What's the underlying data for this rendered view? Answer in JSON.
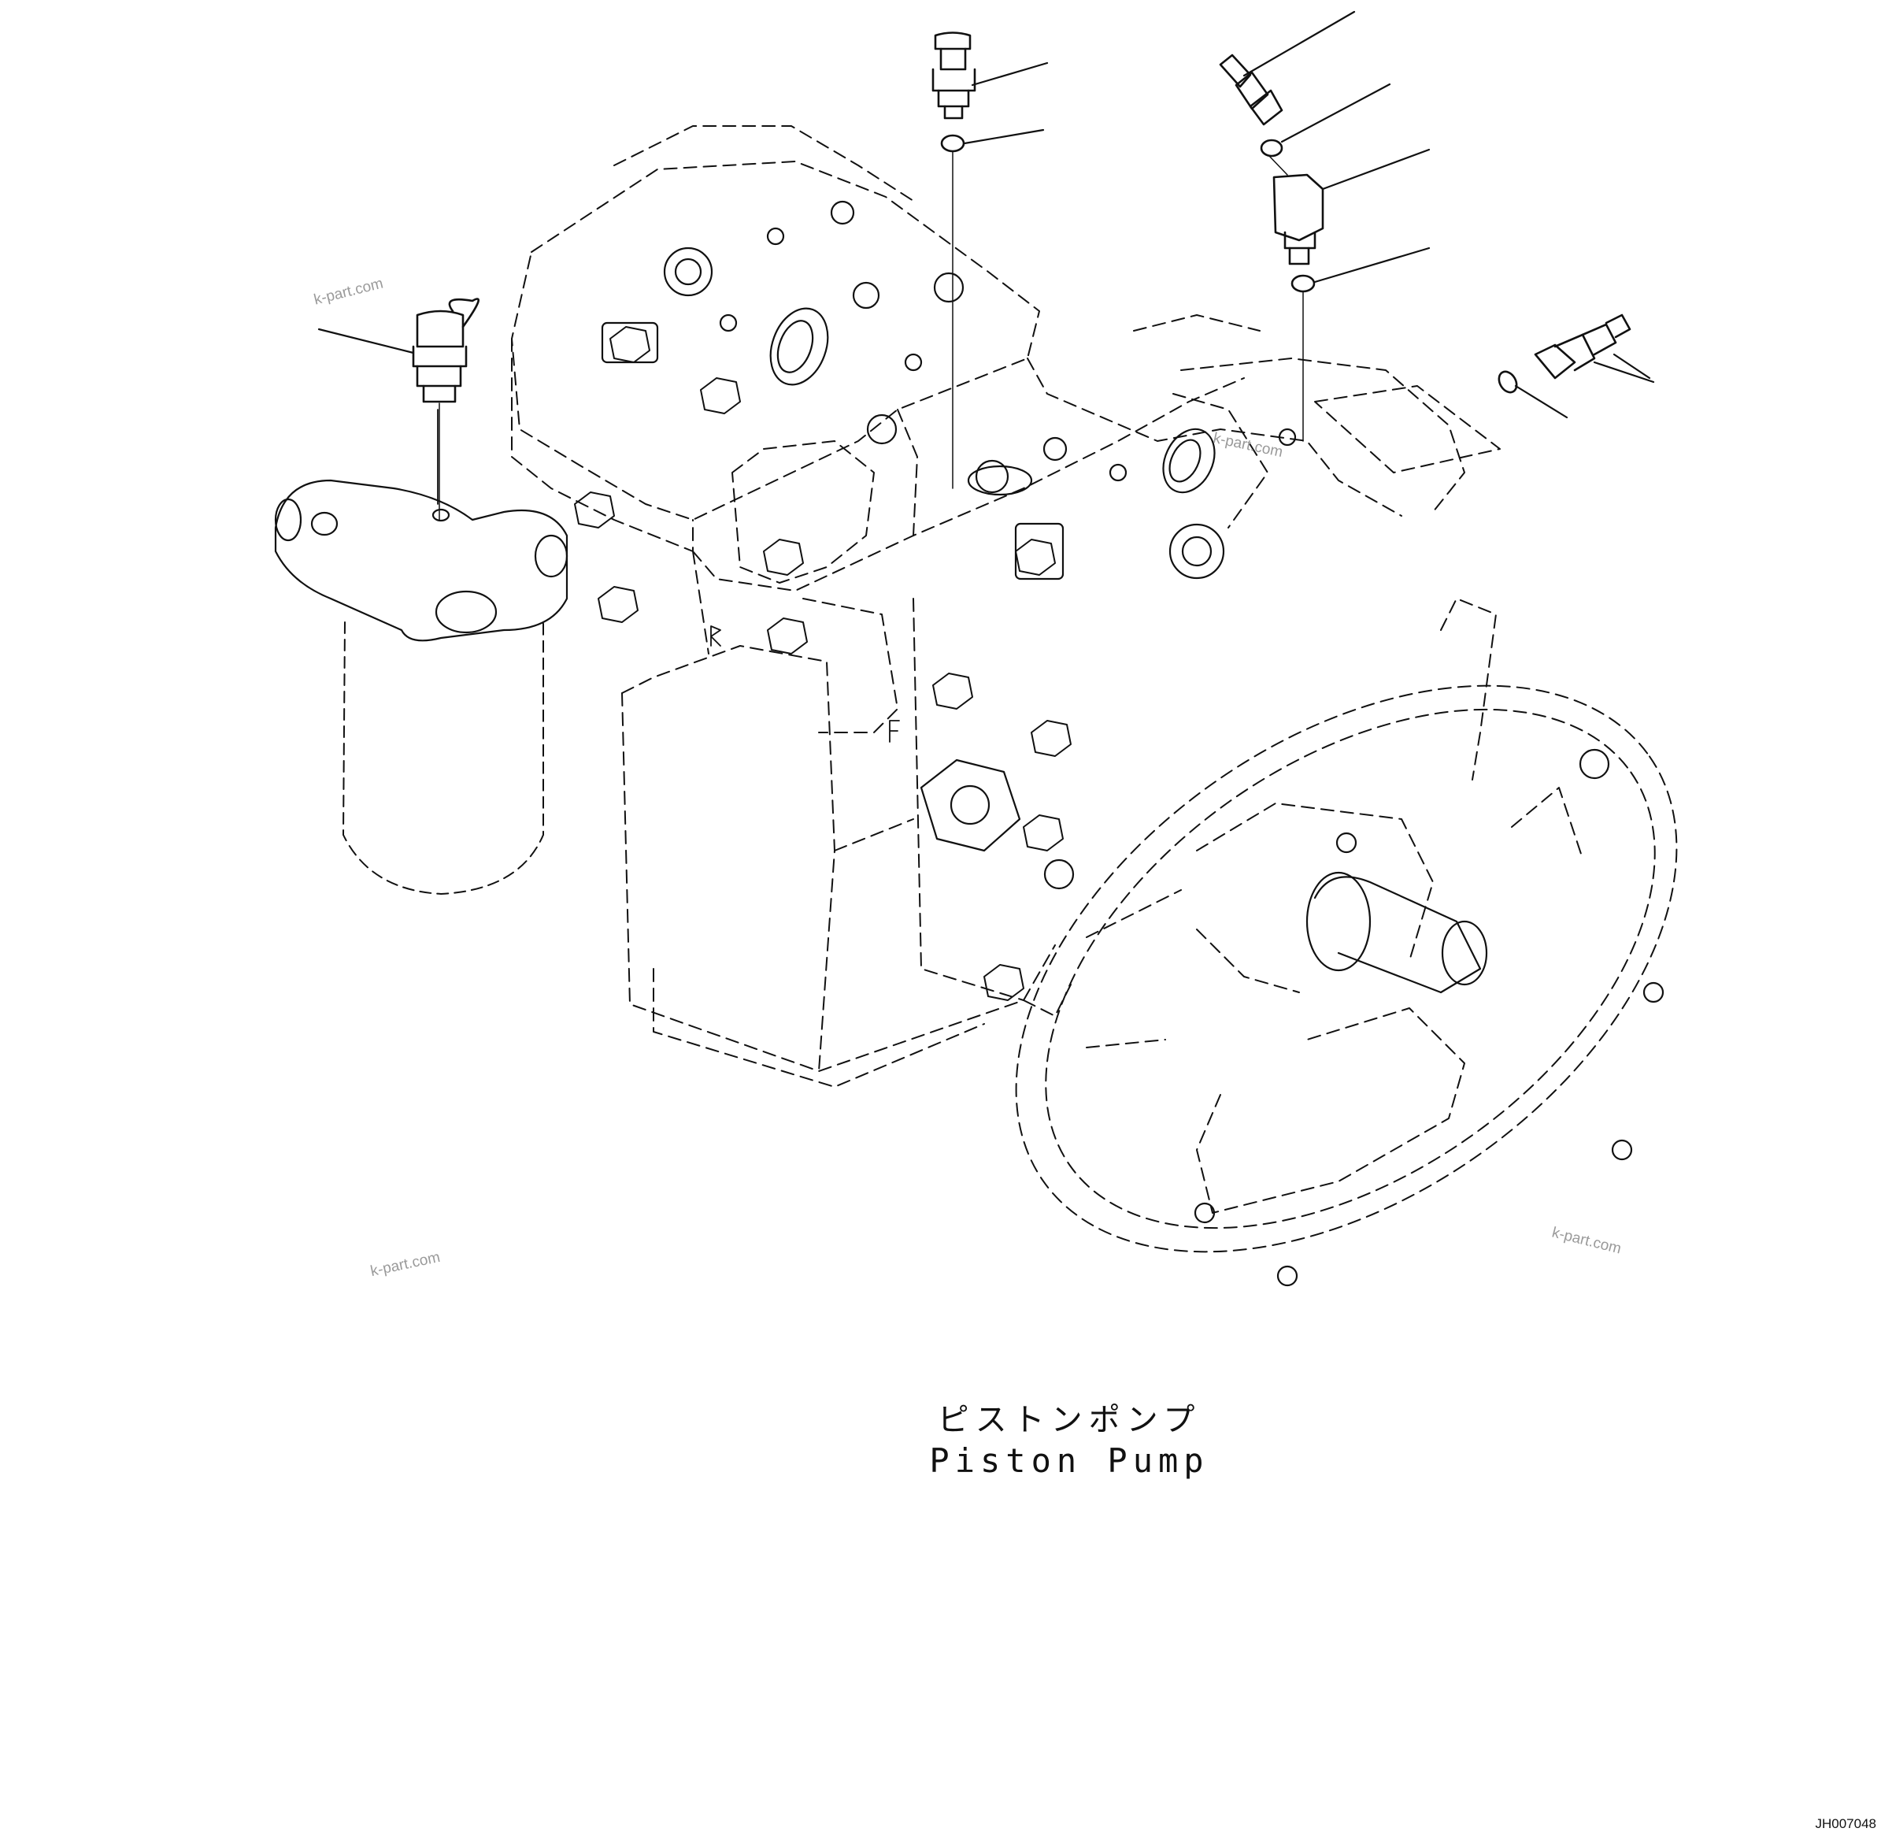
{
  "diagram": {
    "title_jp": "ピストンポンプ",
    "title_en": "Piston Pump",
    "figure_code": "JH007048",
    "watermarks": [
      "k-part.com",
      "k-part.com",
      "k-part.com",
      "k-part.com"
    ]
  }
}
